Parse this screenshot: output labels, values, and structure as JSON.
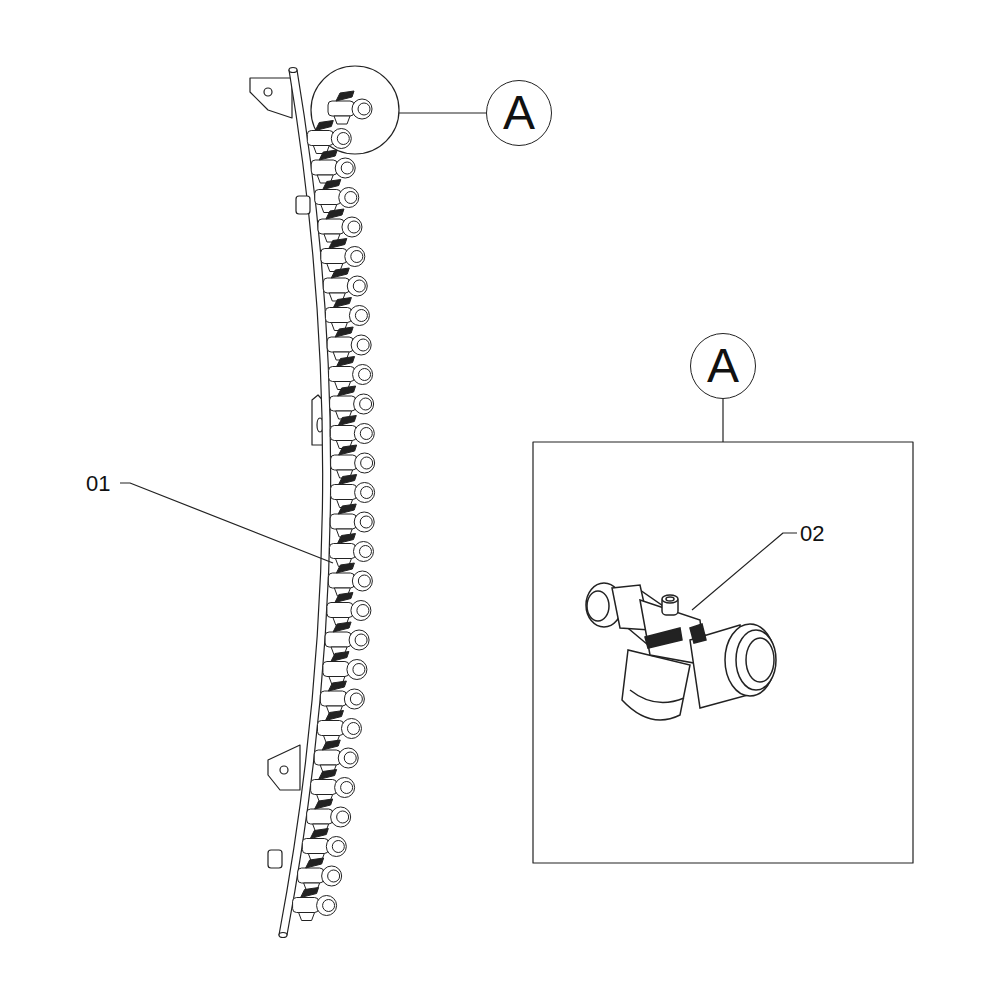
{
  "diagram": {
    "nodes": [
      {
        "text": [
          "A"
        ]
      },
      {
        "text": [
          "A"
        ]
      }
    ],
    "labels": [
      "01",
      "02"
    ]
  }
}
